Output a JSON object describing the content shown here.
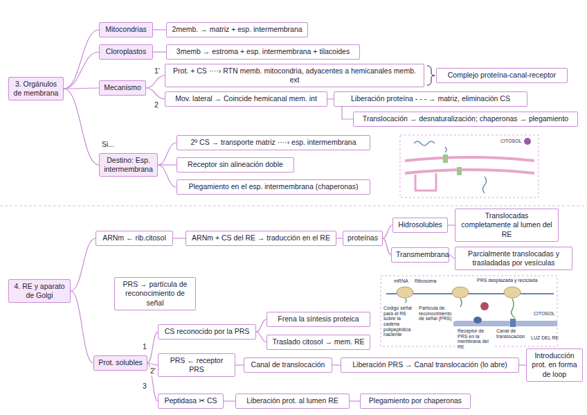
{
  "diagram": {
    "nodes": [
      {
        "text": [
          "3. Orgánulos de membrana"
        ]
      },
      {
        "text": [
          "Mitocondrias"
        ]
      },
      {
        "text": [
          "2memb. → matriz + esp. intermembrana"
        ]
      },
      {
        "text": [
          "Cloroplastos"
        ]
      },
      {
        "text": [
          "3memb → estroma + esp. intermembrana + tilacoides"
        ]
      },
      {
        "text": [
          "Mecanismo"
        ]
      },
      {
        "text": [
          "Prot. + CS ····› RTN memb. mitocondria, adyacentes a hemicanales memb. ext"
        ]
      },
      {
        "text": [
          "Complejo proteína-canal-receptor"
        ]
      },
      {
        "text": [
          "Mov. lateral → Coincide hemicanal mem. int"
        ]
      },
      {
        "text": [
          "Liberación proteína - - - → matriz, eliminación CS"
        ]
      },
      {
        "text": [
          "Translocación → desnaturalización; chaperonas → plegamiento"
        ]
      },
      {
        "text": [
          "Destino: Esp. intermembrana"
        ]
      },
      {
        "text": [
          "2º CS → transporte matriz ····› esp. intermembrana"
        ]
      },
      {
        "text": [
          "Receptor sin alineación doble"
        ]
      },
      {
        "text": [
          "Plegamiento en el esp. intermembrana (chaperonas)"
        ]
      },
      {
        "text": [
          "4. RE y aparato de Golgi"
        ]
      },
      {
        "text": [
          "ARNm ← rib.citosol"
        ]
      },
      {
        "text": [
          "ARNm + CS del RE → traducción en el RE"
        ]
      },
      {
        "text": [
          "proteínas"
        ]
      },
      {
        "text": [
          "Hidrosolubles"
        ]
      },
      {
        "text": [
          "Translocadas completamente al lumen del RE"
        ]
      },
      {
        "text": [
          "Transmembrana"
        ]
      },
      {
        "text": [
          "Parcialmente translocadas y trasladadas por vesículas"
        ]
      },
      {
        "text": [
          "PRS → partícula de reconocimiento de señal"
        ]
      },
      {
        "text": [
          "Prot. solubles"
        ]
      },
      {
        "text": [
          "CS reconocido por la PRS"
        ]
      },
      {
        "text": [
          "Frena la síntesis proteica"
        ]
      },
      {
        "text": [
          "Traslado citosol → mem. RE"
        ]
      },
      {
        "text": [
          "PRS ← receptor PRS"
        ]
      },
      {
        "text": [
          "Canal de translocación"
        ]
      },
      {
        "text": [
          "Liberación PRS → Canal translocación (lo abre)"
        ]
      },
      {
        "text": [
          "Introducción prot. en forma de loop"
        ]
      },
      {
        "text": [
          "Peptidasa ✂ CS"
        ]
      },
      {
        "text": [
          "Liberación prot. al lumen RE"
        ]
      },
      {
        "text": [
          "Plegamiento por chaperonas"
        ]
      }
    ],
    "edges": [
      {
        "from": 0,
        "to": 1,
        "arrow": "none"
      },
      {
        "from": 0,
        "to": 3,
        "arrow": "none"
      },
      {
        "from": 0,
        "to": 5,
        "arrow": "none"
      },
      {
        "from": 0,
        "to": 11,
        "arrow": "none"
      },
      {
        "from": 1,
        "to": 2,
        "arrow": "none"
      },
      {
        "from": 3,
        "to": 4,
        "arrow": "none"
      },
      {
        "from": 5,
        "to": 6,
        "arrow": "none"
      },
      {
        "from": 5,
        "to": 8,
        "arrow": "none"
      },
      {
        "from": 8,
        "to": 9,
        "arrow": "none"
      },
      {
        "from": 9,
        "to": 10,
        "arrow": "none"
      },
      {
        "from": 11,
        "to": 12,
        "arrow": "none"
      },
      {
        "from": 11,
        "to": 13,
        "arrow": "none"
      },
      {
        "from": 11,
        "to": 14,
        "arrow": "none"
      },
      {
        "from": 15,
        "to": 16,
        "arrow": "none"
      },
      {
        "from": 15,
        "to": 24,
        "arrow": "none"
      },
      {
        "from": 16,
        "to": 17,
        "arrow": "none"
      },
      {
        "from": 17,
        "to": 18,
        "arrow": "none"
      },
      {
        "from": 18,
        "to": 19,
        "arrow": "none"
      },
      {
        "from": 18,
        "to": 21,
        "arrow": "none"
      },
      {
        "from": 19,
        "to": 20,
        "arrow": "none"
      },
      {
        "from": 21,
        "to": 22,
        "arrow": "none"
      },
      {
        "from": 24,
        "to": 25,
        "arrow": "none"
      },
      {
        "from": 24,
        "to": 28,
        "arrow": "none"
      },
      {
        "from": 24,
        "to": 32,
        "arrow": "none"
      },
      {
        "from": 25,
        "to": 26,
        "arrow": "none"
      },
      {
        "from": 25,
        "to": 27,
        "arrow": "none"
      },
      {
        "from": 28,
        "to": 29,
        "arrow": "none"
      },
      {
        "from": 29,
        "to": 30,
        "arrow": "none"
      },
      {
        "from": 30,
        "to": 31,
        "arrow": "none"
      },
      {
        "from": 32,
        "to": 33,
        "arrow": "none"
      },
      {
        "from": 33,
        "to": 34,
        "arrow": "none"
      }
    ],
    "labels": [
      "1'",
      "2",
      "Si...",
      "CITOSOL",
      "1",
      "2'",
      "3",
      "mRNA",
      "Ribosoma",
      "PRS desplazada y reciclada",
      "Código señal para el RE sobre la cadena polipeptídica naciente",
      "Partícula de reconocimiento de señal (PRS)",
      "Receptor de PRS en la membrana del RE",
      "Canal de translocación",
      "CITOSOL",
      "LUZ DEL RE"
    ]
  }
}
